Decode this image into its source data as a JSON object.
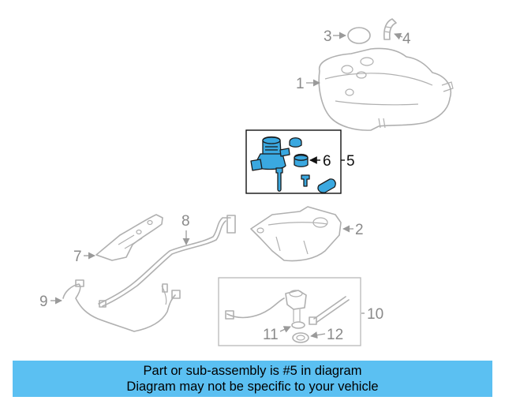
{
  "callouts": {
    "c1": "1",
    "c2": "2",
    "c3": "3",
    "c4": "4",
    "c5": "5",
    "c6": "6",
    "c7": "7",
    "c8": "8",
    "c9": "9",
    "c10": "10",
    "c11": "11",
    "c12": "12"
  },
  "banner": {
    "line1": "Part or sub-assembly is #5 in diagram",
    "line2": "Diagram may not be specific to your vehicle"
  },
  "colors": {
    "banner_bg": "#5bc0f2",
    "highlight_part": "#3aa8e0",
    "ghost_part": "#b0b0b0"
  }
}
